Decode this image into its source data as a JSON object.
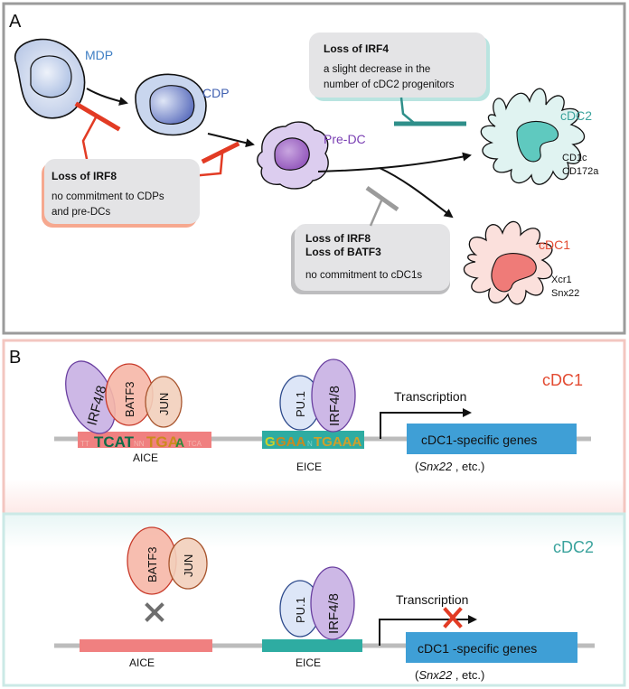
{
  "panelA": {
    "label": "A",
    "cells": {
      "mdp": "MDP",
      "cdp": "CDP",
      "predc": "Pre-DC",
      "cdc2": "cDC2",
      "cdc1": "cDC1"
    },
    "markers": {
      "cdc2_1": "CD1c",
      "cdc2_2": "CD172a",
      "cdc1_1": "Xcr1",
      "cdc1_2": "Snx22"
    },
    "box_irf8": {
      "title": "Loss of IRF8",
      "line1": "no commitment to CDPs",
      "line2": "and pre-DCs"
    },
    "box_irf4": {
      "title": "Loss of IRF4",
      "line1": "a slight decrease in the",
      "line2": "number of cDC2 progenitors"
    },
    "box_batf3": {
      "title1": "Loss of IRF8",
      "title2": "Loss of BATF3",
      "line1": "no commitment to cDC1s"
    }
  },
  "panelB": {
    "label": "B",
    "cdc1": {
      "title": "cDC1",
      "factors": {
        "irf48_tilted": "IRF4/8",
        "batf3": "BATF3",
        "jun": "JUN",
        "pu1": "PU.1",
        "irf48": "IRF4/8"
      },
      "aice_seq": {
        "a": "TT",
        "b": "TCAT",
        "c": "NN",
        "d": "TGA",
        "e": "A",
        "f": "TCA"
      },
      "eice_seq": {
        "a": "G",
        "b": "GAA",
        "c": "N",
        "d": "TGAAA"
      },
      "aice_label": "AICE",
      "eice_label": "EICE",
      "transcription": "Transcription",
      "gene_box": "cDC1-specific genes",
      "gene_italic": "Snx22",
      "gene_suffix": " , etc.)",
      "gene_prefix": "("
    },
    "cdc2": {
      "title": "cDC2",
      "factors": {
        "batf3": "BATF3",
        "jun": "JUN",
        "pu1": "PU.1",
        "irf48": "IRF4/8"
      },
      "aice_label": "AICE",
      "eice_label": "EICE",
      "transcription": "Transcription",
      "gene_box": "cDC1 -specific genes",
      "gene_italic": "Snx22",
      "gene_suffix": " , etc.)",
      "gene_prefix": "("
    }
  },
  "colors": {
    "irf8_red": "#e23b24",
    "irf4_teal": "#2f8f8a",
    "cdc1_title": "#e34b32",
    "cdc2_title": "#3ba39d",
    "mdp_label": "#3f7fc4",
    "predc_label": "#7a3fb3",
    "gene_box": "#3f9fd6"
  }
}
